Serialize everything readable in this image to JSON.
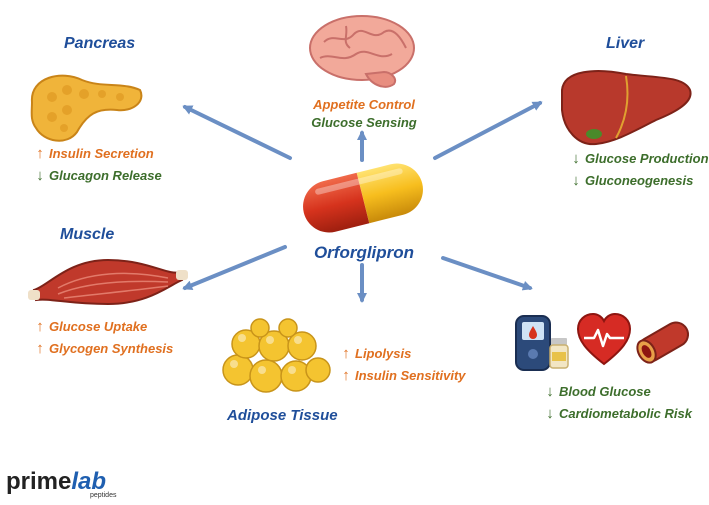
{
  "center": {
    "title": "Orforglipron"
  },
  "organs": {
    "pancreas": {
      "title": "Pancreas",
      "effects": [
        {
          "dir": "up",
          "text": "Insulin Secretion"
        },
        {
          "dir": "down",
          "text": "Glucagon Release"
        }
      ]
    },
    "brain": {
      "effects": [
        {
          "text": "Appetite Control"
        },
        {
          "text": "Glucose Sensing"
        }
      ]
    },
    "liver": {
      "title": "Liver",
      "effects": [
        {
          "dir": "down",
          "text": "Glucose Production"
        },
        {
          "dir": "down",
          "text": "Gluconeogenesis"
        }
      ]
    },
    "muscle": {
      "title": "Muscle",
      "effects": [
        {
          "dir": "up",
          "text": "Glucose Uptake"
        },
        {
          "dir": "up",
          "text": "Glycogen Synthesis"
        }
      ]
    },
    "adipose": {
      "title": "Adipose Tissue",
      "effects": [
        {
          "dir": "up",
          "text": "Lipolysis"
        },
        {
          "dir": "up",
          "text": "Insulin Sensitivity"
        }
      ]
    },
    "cardio": {
      "effects": [
        {
          "dir": "down",
          "text": "Blood Glucose"
        },
        {
          "dir": "down",
          "text": "Cardiometabolic Risk"
        }
      ]
    }
  },
  "logo": {
    "prime": "prime",
    "lab": "lab",
    "sub": "peptides"
  },
  "colors": {
    "title_blue": "#1f4e9a",
    "up_orange": "#e07020",
    "down_green": "#3d6e2c",
    "arrow_blue": "#6b8fc4"
  },
  "arrow_glyphs": {
    "up": "↑",
    "down": "↓"
  }
}
